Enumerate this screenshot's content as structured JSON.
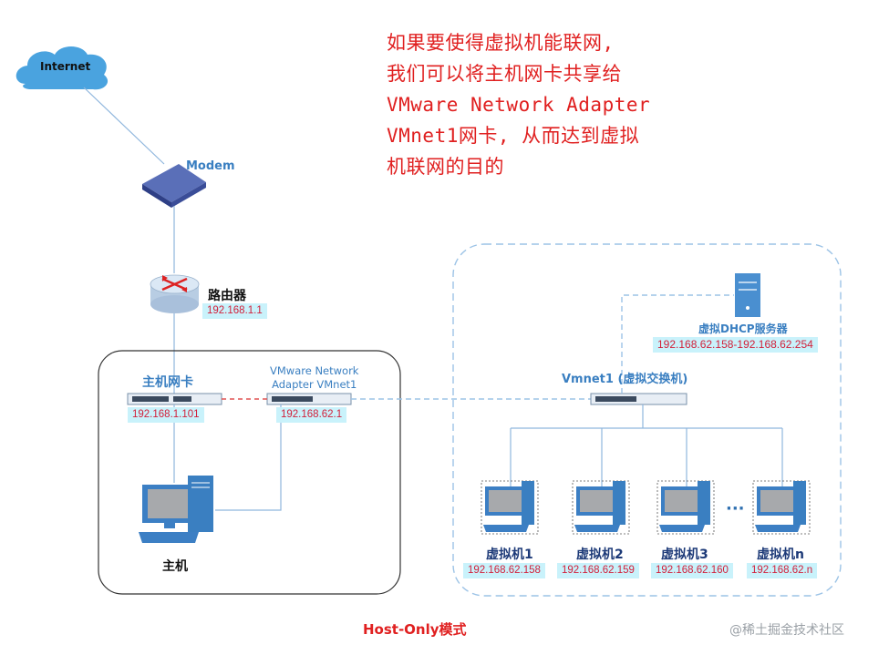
{
  "note_lines": [
    "如果要使得虚拟机能联网,",
    "我们可以将主机网卡共享给",
    "VMware Network Adapter",
    "VMnet1网卡, 从而达到虚拟",
    "机联网的目的"
  ],
  "internet": {
    "label": "Internet"
  },
  "modem": {
    "label": "Modem"
  },
  "router": {
    "label": "路由器",
    "ip": "192.168.1.1"
  },
  "host": {
    "nic_label": "主机网卡",
    "nic_ip": "192.168.1.101",
    "vmnet_label_line1": "VMware Network",
    "vmnet_label_line2": "Adapter VMnet1",
    "vmnet_ip": "192.168.62.1",
    "computer_label": "主机"
  },
  "virtual": {
    "switch_label": "Vmnet1 (虚拟交换机)",
    "dhcp_label": "虚拟DHCP服务器",
    "dhcp_range": "192.168.62.158-192.168.62.254",
    "ellipsis": "···",
    "vms": [
      {
        "name": "虚拟机1",
        "ip": "192.168.62.158"
      },
      {
        "name": "虚拟机2",
        "ip": "192.168.62.159"
      },
      {
        "name": "虚拟机3",
        "ip": "192.168.62.160"
      },
      {
        "name": "虚拟机n",
        "ip": "192.168.62.n"
      }
    ]
  },
  "caption": "Host-Only模式",
  "watermark": "@稀土掘金技术社区",
  "colors": {
    "note_red": "#e02020",
    "ip_bg": "#c9f2fb",
    "ip_text": "#d2203a",
    "link_blue": "#3a7fc1",
    "dashed_border": "#9cc3e6"
  }
}
